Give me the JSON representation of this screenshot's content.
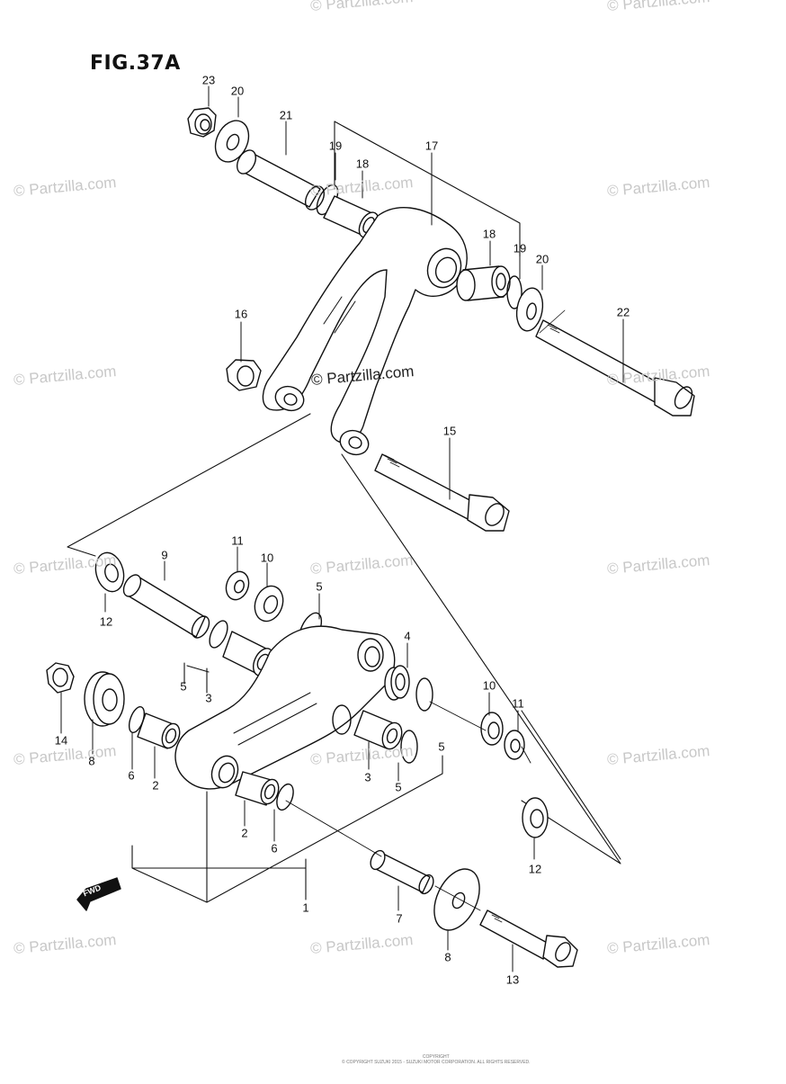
{
  "title": "FIG.37A",
  "watermark_text": "© Partzilla.com",
  "center_watermark": "© Partzilla.com",
  "fwd_label": "FWD",
  "footer": {
    "line1": "COPYRIGHT",
    "line2": "© COPYRIGHT SUZUKI 2015 - SUZUKI MOTOR CORPORATION. ALL RIGHTS RESERVED."
  },
  "callouts": [
    {
      "id": "c23",
      "label": "23"
    },
    {
      "id": "c20a",
      "label": "20"
    },
    {
      "id": "c21",
      "label": "21"
    },
    {
      "id": "c19a",
      "label": "19"
    },
    {
      "id": "c18a",
      "label": "18"
    },
    {
      "id": "c17",
      "label": "17"
    },
    {
      "id": "c18b",
      "label": "18"
    },
    {
      "id": "c19b",
      "label": "19"
    },
    {
      "id": "c20b",
      "label": "20"
    },
    {
      "id": "c22",
      "label": "22"
    },
    {
      "id": "c16",
      "label": "16"
    },
    {
      "id": "c15",
      "label": "15"
    },
    {
      "id": "c9",
      "label": "9"
    },
    {
      "id": "c11a",
      "label": "11"
    },
    {
      "id": "c10a",
      "label": "10"
    },
    {
      "id": "c5a",
      "label": "5"
    },
    {
      "id": "c12a",
      "label": "12"
    },
    {
      "id": "c4",
      "label": "4"
    },
    {
      "id": "c5b",
      "label": "5"
    },
    {
      "id": "c3a",
      "label": "3"
    },
    {
      "id": "c14",
      "label": "14"
    },
    {
      "id": "c8a",
      "label": "8"
    },
    {
      "id": "c6a",
      "label": "6"
    },
    {
      "id": "c2a",
      "label": "2"
    },
    {
      "id": "c10b",
      "label": "10"
    },
    {
      "id": "c11b",
      "label": "11"
    },
    {
      "id": "c5c",
      "label": "5"
    },
    {
      "id": "c3b",
      "label": "3"
    },
    {
      "id": "c5d",
      "label": "5"
    },
    {
      "id": "c2b",
      "label": "2"
    },
    {
      "id": "c6b",
      "label": "6"
    },
    {
      "id": "c12b",
      "label": "12"
    },
    {
      "id": "c1",
      "label": "1"
    },
    {
      "id": "c7",
      "label": "7"
    },
    {
      "id": "c8b",
      "label": "8"
    },
    {
      "id": "c13",
      "label": "13"
    }
  ]
}
